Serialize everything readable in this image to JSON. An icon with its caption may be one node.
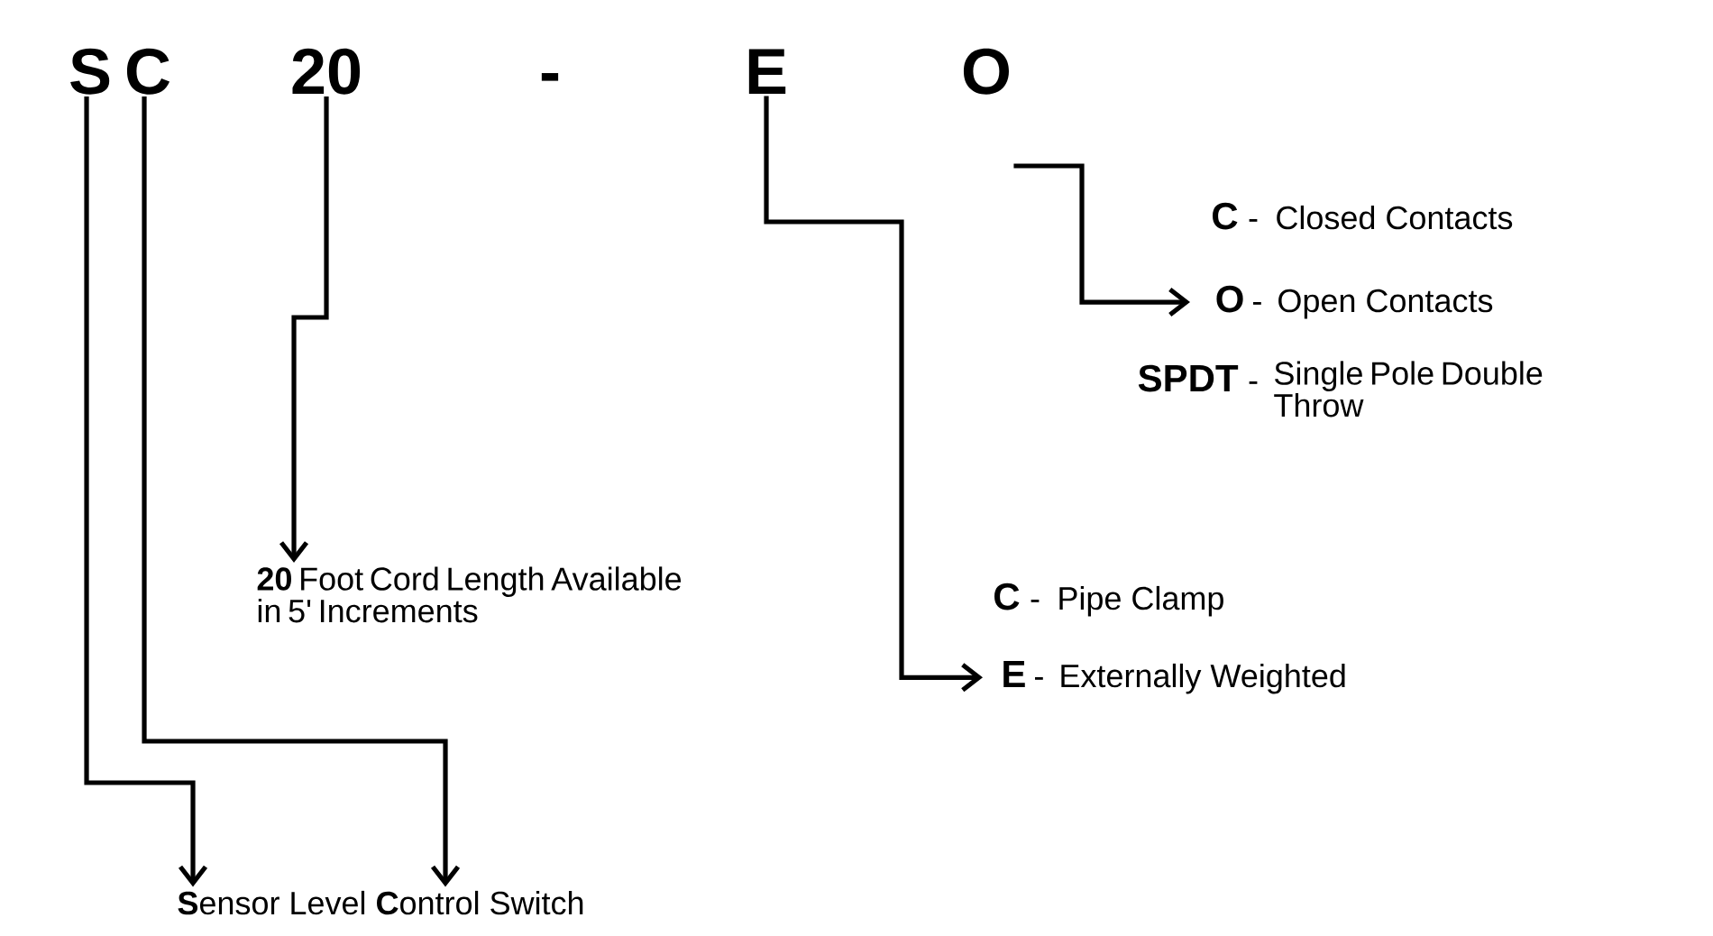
{
  "diagram": {
    "nodes": [
      {
        "text": [
          "S"
        ]
      },
      {
        "text": [
          "C"
        ]
      },
      {
        "text": [
          "20"
        ]
      },
      {
        "text": [
          "E"
        ]
      },
      {
        "text": [
          "O"
        ]
      },
      {
        "text": [
          "O",
          "-",
          "Open Contacts"
        ]
      },
      {
        "text": [
          "**20** Foot Cord Length Available in 5' Increments"
        ]
      },
      {
        "text": [
          "E",
          "-",
          "Externally Weighted"
        ]
      },
      {
        "text": [
          "**S**ensor Level **C**ontrol Switch"
        ]
      }
    ],
    "edges": [
      {
        "from": 0,
        "to": 8,
        "arrow": "to"
      },
      {
        "from": 1,
        "to": 8,
        "arrow": "to"
      },
      {
        "from": 2,
        "to": 6,
        "arrow": "to"
      },
      {
        "from": 3,
        "to": 7,
        "arrow": "to"
      },
      {
        "from": 4,
        "to": 5,
        "arrow": "to"
      }
    ],
    "labels": [
      "-",
      "C",
      "-",
      "Closed Contacts",
      "SPDT",
      "-",
      "Single Pole Double Throw",
      "C",
      "-",
      "Pipe Clamp"
    ]
  }
}
